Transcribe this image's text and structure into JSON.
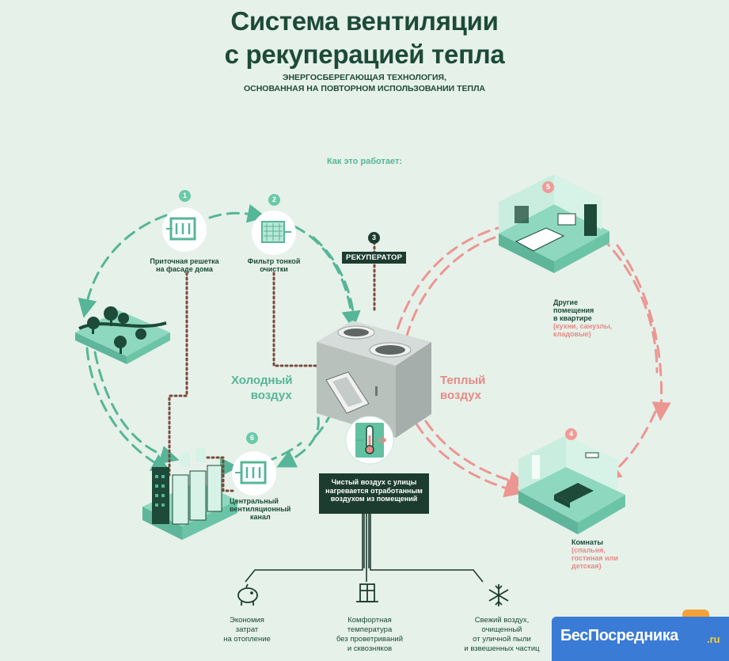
{
  "title": {
    "line1": "Система вентиляции",
    "line2": "с рекуперацией тепла"
  },
  "subtitle": {
    "line1": "ЭНЕРГОСБЕРЕГАЮЩАЯ ТЕХНОЛОГИЯ,",
    "line2": "ОСНОВАННАЯ НА ПОВТОРНОМ ИСПОЛЬЗОВАНИИ ТЕПЛА"
  },
  "how_it_works": "Как это работает:",
  "steps": {
    "s1": {
      "num": "1",
      "line1": "Приточная решетка",
      "line2": "на фасаде дома"
    },
    "s2": {
      "num": "2",
      "line1": "Фильтр тонкой",
      "line2": "очистки"
    },
    "s3": {
      "num": "3",
      "label": "РЕКУПЕРАТОР"
    },
    "s4": {
      "num": "4",
      "line1": "Комнаты",
      "line2": "(спальня,",
      "line3": "гостиная или",
      "line4": "детская)"
    },
    "s5": {
      "num": "5",
      "line1": "Другие",
      "line2": "помещения",
      "line3": "в квартире",
      "line4": "(кухни, санузлы,",
      "line5": "кладовые)"
    },
    "s6": {
      "num": "6",
      "line1": "Центральный",
      "line2": "вентиляционный",
      "line3": "канал"
    }
  },
  "cold_air": {
    "line1": "Холодный",
    "line2": "воздух"
  },
  "warm_air": {
    "line1": "Теплый",
    "line2": "воздух"
  },
  "note": {
    "line1": "Чистый воздух с улицы",
    "line2": "нагревается отработанным",
    "line3": "воздухом из помещений"
  },
  "benefits": [
    {
      "icon": "piggy-bank-icon",
      "line1": "Экономия",
      "line2": "затрат",
      "line3": "на отопление"
    },
    {
      "icon": "window-icon",
      "line1": "Комфортная",
      "line2": "температура",
      "line3": "без проветриваний",
      "line4": "и сквозняков"
    },
    {
      "icon": "snowflake-icon",
      "line1": "Свежий воздух,",
      "line2": "очищенный",
      "line3": "от уличной пыли",
      "line4": "и взвешенных частиц"
    }
  ],
  "brand": {
    "name": "БесПосредника",
    "tld": ".ru"
  },
  "colors": {
    "background": "#e6f1ea",
    "dark_green": "#1d4a39",
    "cold_green": "#56b697",
    "warm_pink": "#e58b86",
    "dotted_brown": "#7a4a3a",
    "brand_blue": "#3a7bd5"
  }
}
